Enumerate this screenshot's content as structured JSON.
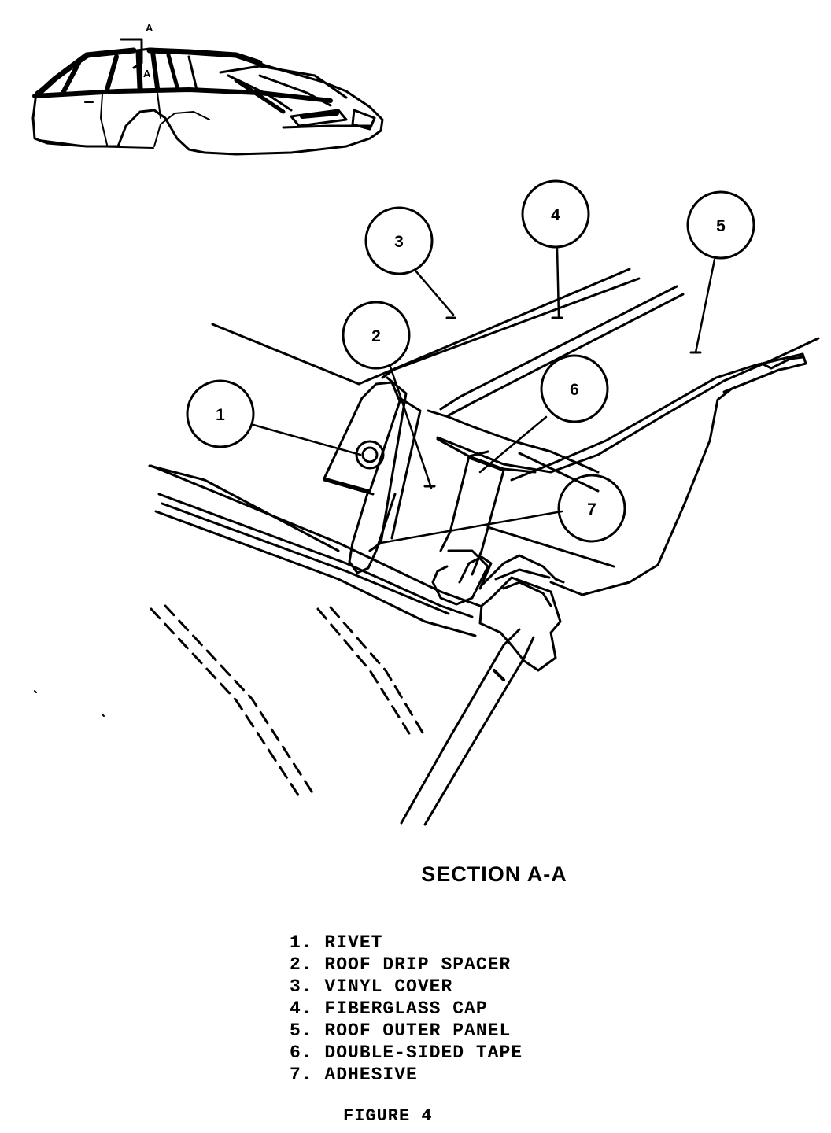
{
  "diagram": {
    "section_marker": "A",
    "callouts": [
      "1",
      "2",
      "3",
      "4",
      "5",
      "6",
      "7"
    ],
    "section_title": "SECTION A-A",
    "legend": [
      {
        "number": "1.",
        "label": "RIVET"
      },
      {
        "number": "2.",
        "label": "ROOF DRIP SPACER"
      },
      {
        "number": "3.",
        "label": "VINYL COVER"
      },
      {
        "number": "4.",
        "label": "FIBERGLASS CAP"
      },
      {
        "number": "5.",
        "label": "ROOF OUTER PANEL"
      },
      {
        "number": "6.",
        "label": "DOUBLE-SIDED TAPE"
      },
      {
        "number": "7.",
        "label": "ADHESIVE"
      }
    ],
    "figure_caption": "FIGURE 4"
  }
}
